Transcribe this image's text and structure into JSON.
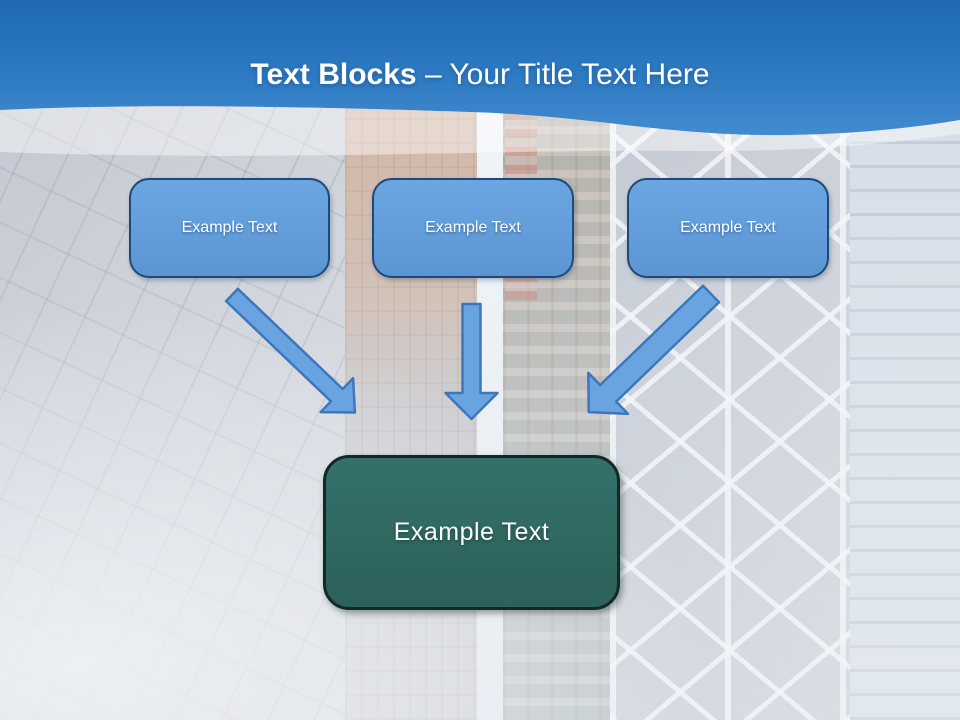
{
  "title": {
    "bold": "Text Blocks",
    "rest": "– Your Title Text Here"
  },
  "blocks": [
    {
      "label": "Example Text"
    },
    {
      "label": "Example Text"
    },
    {
      "label": "Example Text"
    }
  ],
  "result_block": {
    "label": "Example Text"
  },
  "connectors": [
    {
      "from": "block-1",
      "to": "result-block",
      "direction": "down-right"
    },
    {
      "from": "block-2",
      "to": "result-block",
      "direction": "down"
    },
    {
      "from": "block-3",
      "to": "result-block",
      "direction": "down-left"
    }
  ],
  "colors": {
    "header_blue_top": "#1f6ab1",
    "header_blue_bottom": "#428bce",
    "block_fill": "#5f9cd7",
    "block_border": "#1e4978",
    "arrow_fill": "#6aa4e0",
    "arrow_border": "#3c77bd",
    "result_fill": "#336760",
    "result_border": "#102a28",
    "text": "#ffffff"
  }
}
